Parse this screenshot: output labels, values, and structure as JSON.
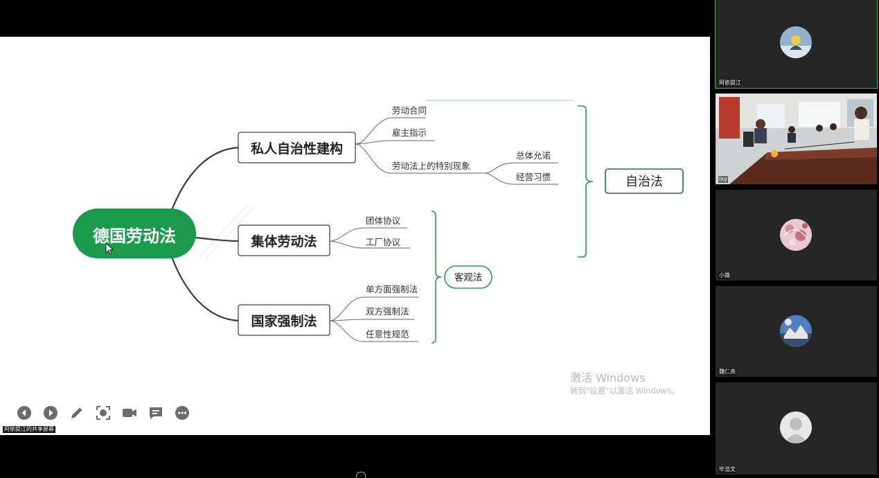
{
  "mindmap": {
    "root": "德国劳动法",
    "branches": [
      {
        "label": "私人自治性建构",
        "children": [
          "劳动合同",
          "雇主指示",
          "劳动法上的特别现象"
        ],
        "sub_children": [
          "总体允诺",
          "经营习惯"
        ]
      },
      {
        "label": "集体劳动法",
        "children": [
          "团体协议",
          "工厂协议"
        ]
      },
      {
        "label": "国家强制法",
        "children": [
          "单方面强制法",
          "双方强制法",
          "任意性规范"
        ]
      }
    ],
    "groups": [
      "自治法",
      "客观法"
    ]
  },
  "watermark": {
    "line1": "激活 Windows",
    "line2": "转到\"设置\"以激活 Windows。"
  },
  "toolbar": [
    "previous-icon",
    "next-icon",
    "pen-icon",
    "screenshot-icon",
    "camera-icon",
    "comment-icon",
    "more-icon"
  ],
  "sharer_label": "阿依提江的共享屏幕",
  "participants": [
    {
      "name": "阿依提江",
      "type": "avatar",
      "active": true
    },
    {
      "name": "lxy",
      "type": "video",
      "active": false
    },
    {
      "name": "小路",
      "type": "avatar",
      "active": false
    },
    {
      "name": "魏仁亮",
      "type": "avatar",
      "active": false
    },
    {
      "name": "毕浩文",
      "type": "default-avatar",
      "active": false
    }
  ],
  "colors": {
    "accent": "#1a9a4a",
    "tile_bg": "#262626",
    "active_border": "#3fb061"
  }
}
